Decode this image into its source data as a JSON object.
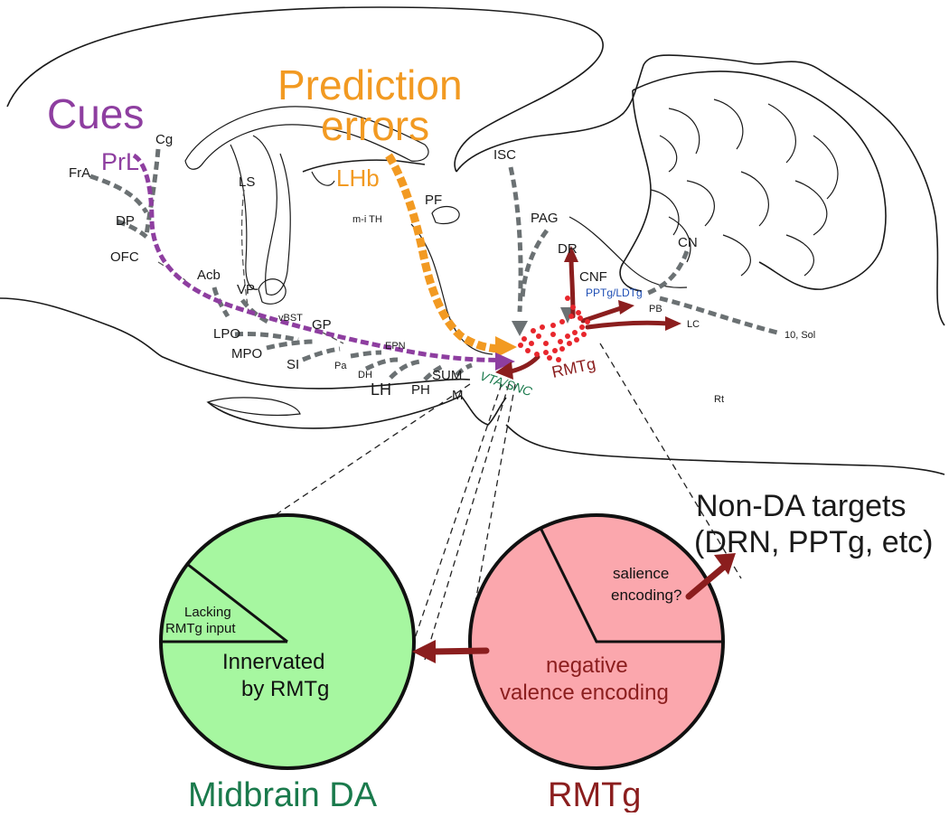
{
  "headings": {
    "cues": "Cues",
    "prediction_line1": "Prediction",
    "prediction_line2": "errors",
    "non_da_line1": "Non-DA targets",
    "non_da_line2": "(DRN, PPTg, etc)"
  },
  "colored_labels": {
    "prl": "PrL",
    "lhb": "LHb",
    "vta_snc": "VTA/SNC",
    "rmtg": "RMTg",
    "pptg_ldtg": "PPTg/LDTg"
  },
  "region_labels": {
    "cg": "Cg",
    "fra": "FrA",
    "dp": "DP",
    "ofc": "OFC",
    "acb": "Acb",
    "ls": "LS",
    "vp": "VP",
    "vbst": "vBST",
    "gp": "GP",
    "lpo": "LPO",
    "mpo": "MPO",
    "si": "SI",
    "pa": "Pa",
    "epn": "EPN",
    "dh": "DH",
    "lh": "LH",
    "ph": "PH",
    "sum": "SUM",
    "m": "M",
    "mi_th": "m-i TH",
    "pf": "PF",
    "isc": "ISC",
    "pag": "PAG",
    "dr": "DR",
    "cnf": "CNF",
    "cn": "CN",
    "pb": "PB",
    "lc": "LC",
    "sol": "10, Sol",
    "rt": "Rt"
  },
  "circles": {
    "da": {
      "wedge_line1": "Lacking",
      "wedge_line2": "RMTg input",
      "main_line1": "Innervated",
      "main_line2": "by RMTg",
      "caption": "Midbrain DA"
    },
    "rmtg": {
      "wedge_line1": "salience",
      "wedge_line2": "encoding?",
      "main_line1": "negative",
      "main_line2": "valence encoding",
      "caption": "RMTg"
    }
  },
  "colors": {
    "cues": "#8e3ea0",
    "prediction": "#f29a22",
    "vta_label": "#1a7a4c",
    "rmtg_label": "#8b1e1e",
    "pptg_label": "#1f4fb5",
    "da_circle_fill": "#a6f7a0",
    "rmtg_circle_fill": "#fba7ad",
    "gray_path": "#6b7173",
    "red_dots": "#e8262c"
  }
}
